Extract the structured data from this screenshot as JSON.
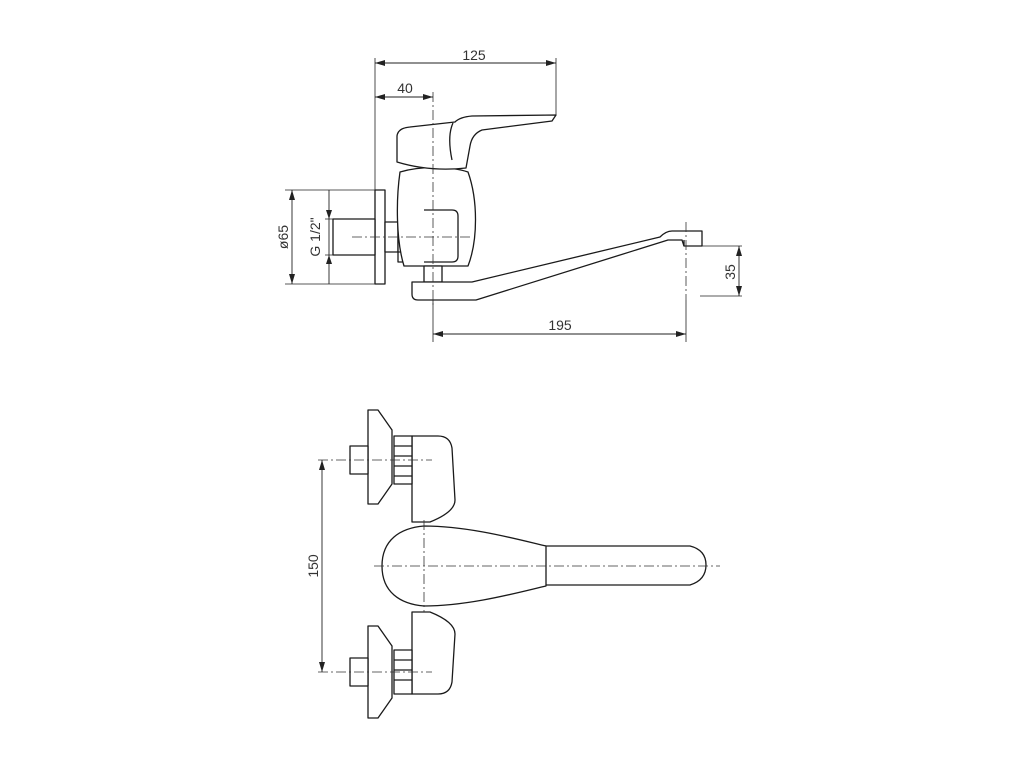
{
  "dimensions": {
    "overall_depth": "125",
    "handle_offset": "40",
    "flange_diameter": "ø65",
    "thread": "G 1/2\"",
    "spout_reach": "195",
    "spout_height": "35",
    "inlet_spacing": "150"
  }
}
